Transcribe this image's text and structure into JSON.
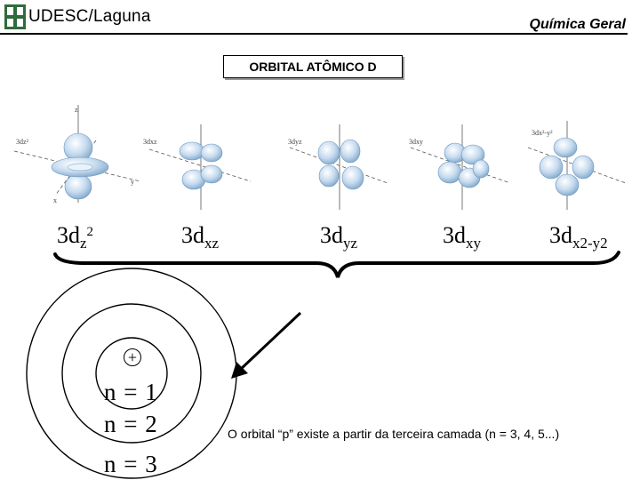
{
  "header": {
    "logo_text": "UDESC/Laguna",
    "course": "Química Geral"
  },
  "title": "ORBITAL ATÔMICO D",
  "orbital_axis_labels": {
    "dz2": "3dz²",
    "dxz": "3dxz",
    "dyz": "3dyz",
    "dxy": "3dxy",
    "dx2y2": "3dx²-y²",
    "axis_z": "z",
    "axis_y": "y",
    "axis_x": "x"
  },
  "orbitals": [
    {
      "main": "3d",
      "sub": "z",
      "sup": "2"
    },
    {
      "main": "3d",
      "sub": "xz"
    },
    {
      "main": "3d",
      "sub": "yz"
    },
    {
      "main": "3d",
      "sub": "xy"
    },
    {
      "main": "3d",
      "sub": "x2-y2"
    }
  ],
  "atom": {
    "nucleus": "+",
    "shells": [
      "n = 1",
      "n = 2",
      "n = 3"
    ]
  },
  "note": "O orbital “p” existe a partir da terceira camada (n = 3, 4, 5...)",
  "colors": {
    "lobe_fill": "#c6dbef",
    "lobe_stroke": "#6b95bd",
    "logo_green": "#2f6b3c"
  },
  "icons": [
    "udesc-logo-icon",
    "arrow-icon",
    "brace-icon"
  ]
}
